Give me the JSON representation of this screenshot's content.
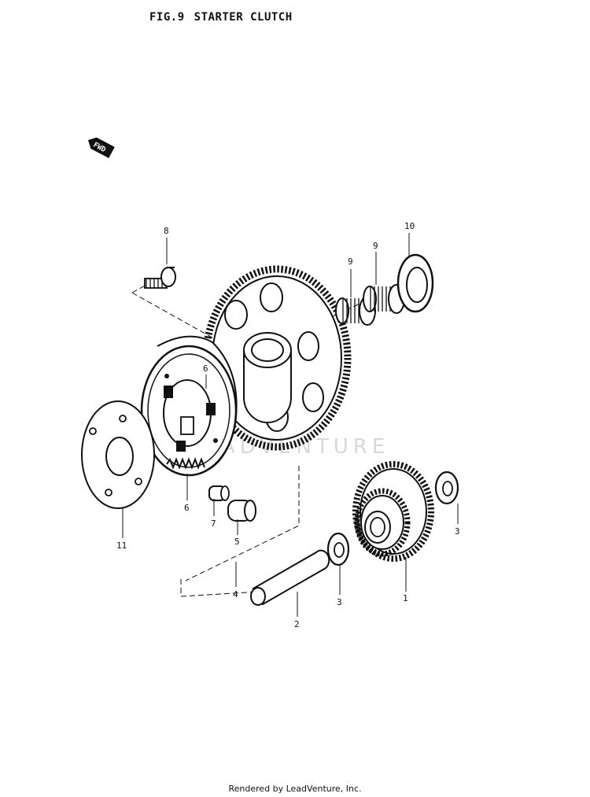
{
  "figure": {
    "number": "FIG.9",
    "title": "STARTER CLUTCH"
  },
  "fwd_marker": "FWD",
  "watermark": "LEADVENTURE",
  "parts": [
    {
      "id": "p1",
      "label": "1"
    },
    {
      "id": "p2",
      "label": "2"
    },
    {
      "id": "p3a",
      "label": "3"
    },
    {
      "id": "p3b",
      "label": "3"
    },
    {
      "id": "p4",
      "label": "4"
    },
    {
      "id": "p5",
      "label": "5"
    },
    {
      "id": "p6a",
      "label": "6"
    },
    {
      "id": "p6b",
      "label": "6"
    },
    {
      "id": "p7",
      "label": "7"
    },
    {
      "id": "p8",
      "label": "8"
    },
    {
      "id": "p9a",
      "label": "9"
    },
    {
      "id": "p9b",
      "label": "9"
    },
    {
      "id": "p10",
      "label": "10"
    },
    {
      "id": "p11",
      "label": "11"
    }
  ],
  "footer": "Rendered by LeadVenture, Inc."
}
